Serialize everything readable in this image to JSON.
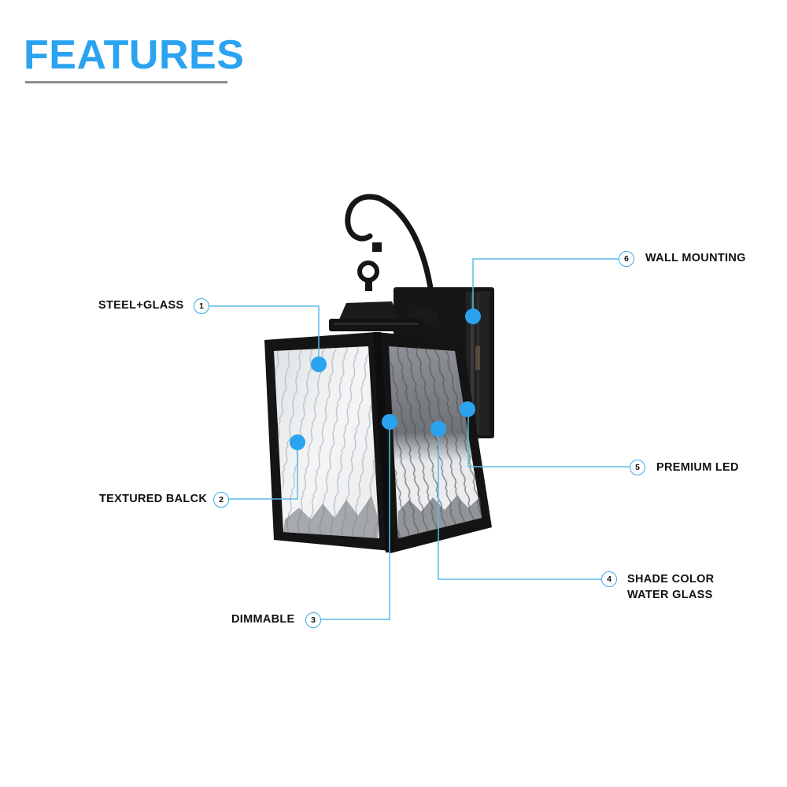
{
  "header": {
    "title": "FEATURES",
    "accent_color": "#2aa3f0",
    "underline_color": "#8c8c8c"
  },
  "product": {
    "type": "outdoor wall lantern",
    "finish_color": "#1c1c1c",
    "glass": "water glass"
  },
  "callout_style": {
    "line_color": "#5bbbe8",
    "dot_color": "#2aa3f0",
    "badge_border_color": "#3fa9e6"
  },
  "callouts": [
    {
      "number": "1",
      "label": "STEEL+GLASS"
    },
    {
      "number": "2",
      "label": "TEXTURED BALCK"
    },
    {
      "number": "3",
      "label": "DIMMABLE"
    },
    {
      "number": "4",
      "label_line1": "SHADE COLOR",
      "label_line2": "WATER GLASS"
    },
    {
      "number": "5",
      "label": "PREMIUM LED"
    },
    {
      "number": "6",
      "label": "WALL MOUNTING"
    }
  ]
}
